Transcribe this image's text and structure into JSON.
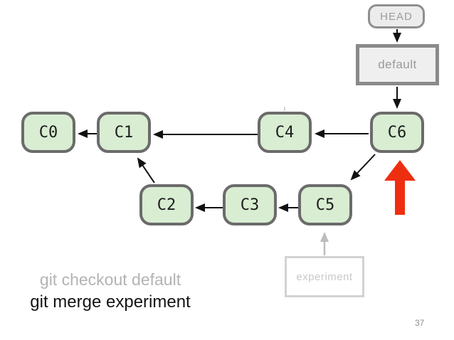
{
  "head_pointer": {
    "label": "HEAD"
  },
  "branches": {
    "checked_out": {
      "label": "default"
    },
    "merged": {
      "label": "experiment"
    }
  },
  "commits": {
    "c0": "C0",
    "c1": "C1",
    "c2": "C2",
    "c3": "C3",
    "c4": "C4",
    "c5": "C5",
    "c6": "C6"
  },
  "graph": {
    "edges": [
      {
        "from": "C1",
        "to": "C0"
      },
      {
        "from": "C4",
        "to": "C1"
      },
      {
        "from": "C6",
        "to": "C4"
      },
      {
        "from": "C2",
        "to": "C1"
      },
      {
        "from": "C3",
        "to": "C2"
      },
      {
        "from": "C5",
        "to": "C3"
      },
      {
        "from": "C6",
        "to": "C5"
      },
      {
        "from": "HEAD",
        "to": "default"
      },
      {
        "from": "default",
        "to": "C6"
      },
      {
        "from": "experiment",
        "to": "C5",
        "style": "faded"
      }
    ],
    "highlight_arrow": {
      "shape": "up-arrow",
      "target": "C6",
      "color": "#ee2e11"
    }
  },
  "commands": {
    "previous": "git checkout default",
    "current": "git merge experiment"
  },
  "page_number": "37",
  "colors": {
    "commit_fill": "#d8edd2",
    "commit_border": "#6b6b6b",
    "edge": "#111111",
    "faded_edge": "#bdbdbd",
    "muted_label": "#9a9a9a",
    "faded_label": "#c9c9c9",
    "highlight": "#ee2e11"
  }
}
